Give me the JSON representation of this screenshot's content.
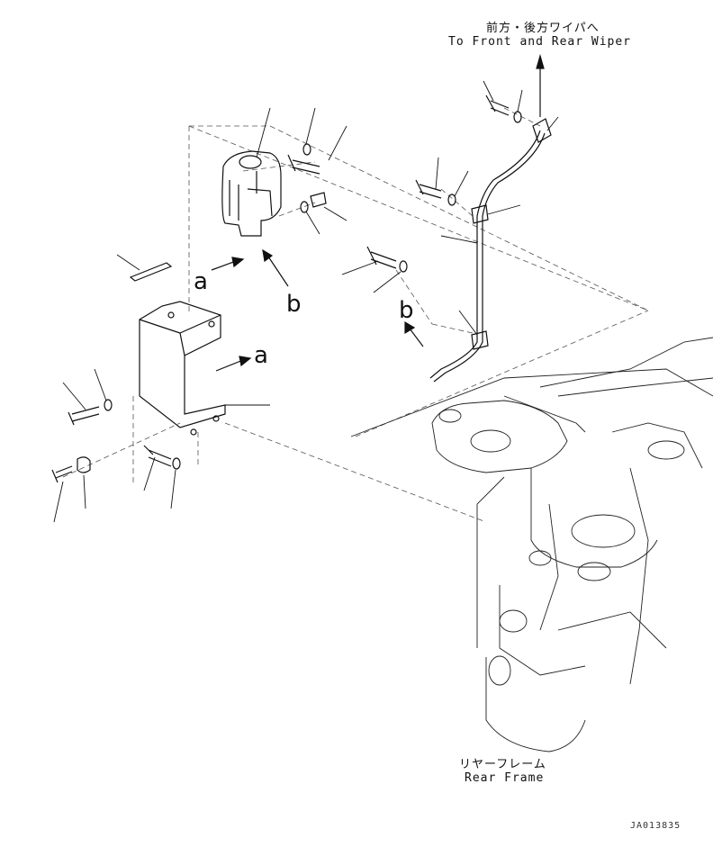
{
  "labels": {
    "front_rear_jp": "前方・後方ワイパへ",
    "front_rear_en": "To Front and Rear Wiper",
    "rear_frame_jp": "リヤーフレーム",
    "rear_frame_en": "Rear Frame",
    "a": "a",
    "b": "b",
    "drawing_code": "JA013835"
  },
  "colors": {
    "line": "#111111",
    "dash": "#555555"
  }
}
